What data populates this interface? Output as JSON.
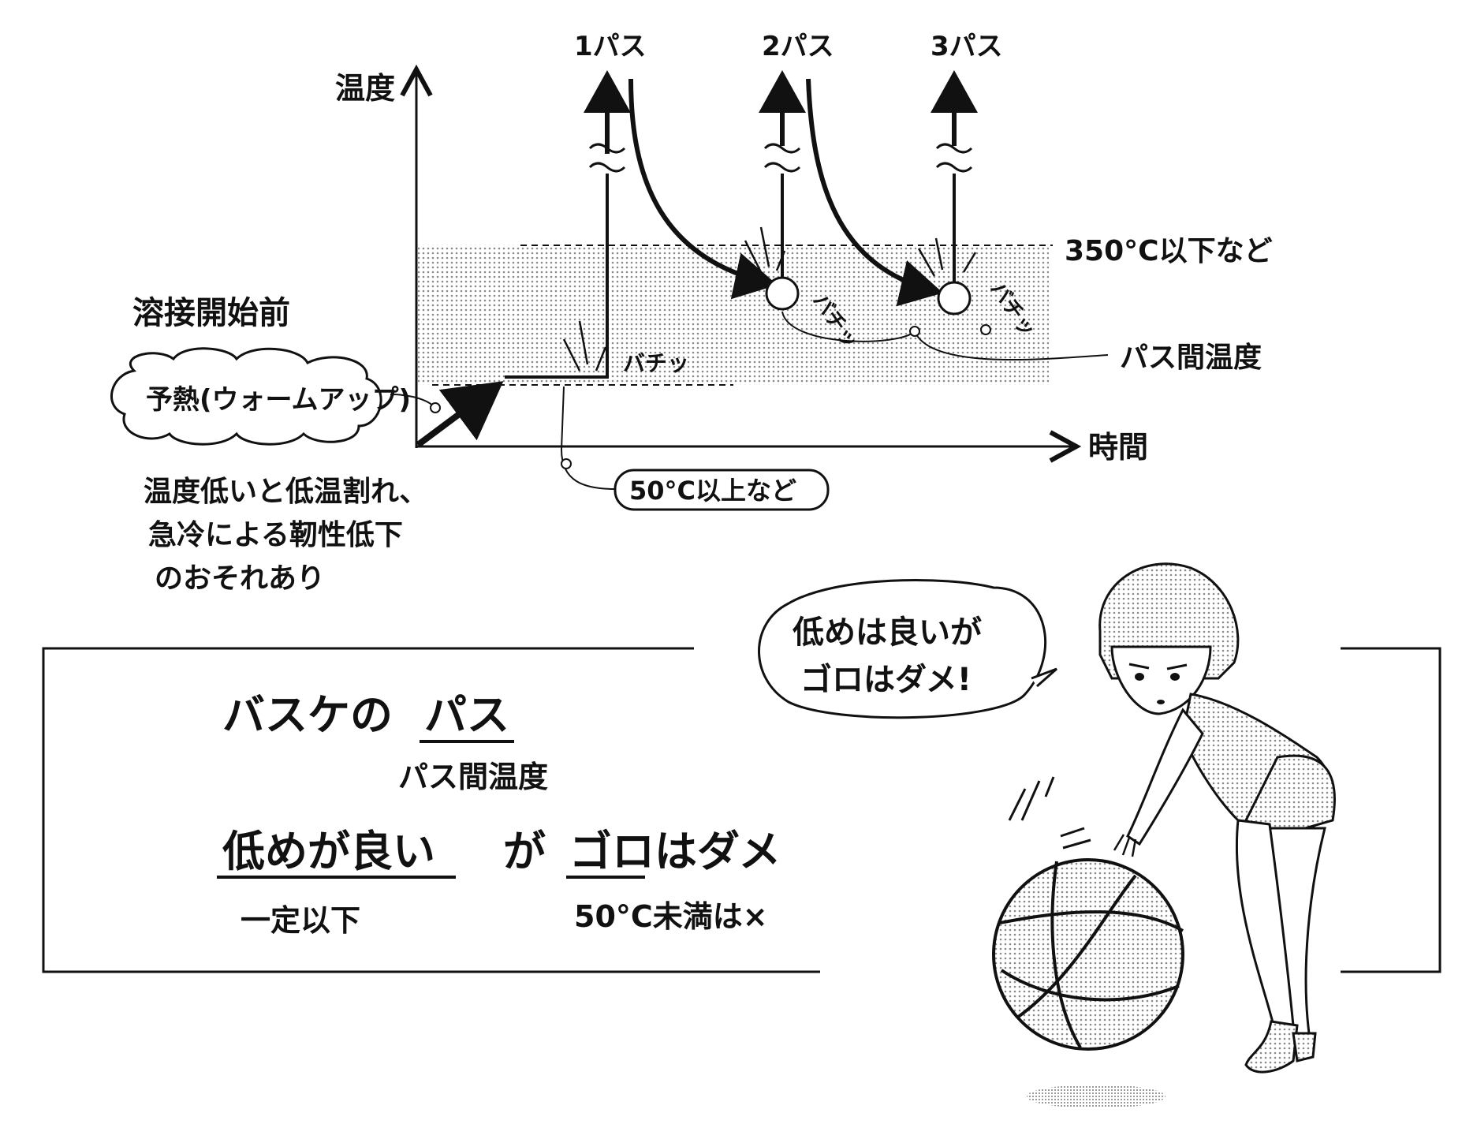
{
  "axes": {
    "y_label": "温度",
    "x_label": "時間"
  },
  "passes": [
    {
      "label": "1パス"
    },
    {
      "label": "2パス"
    },
    {
      "label": "3パス"
    }
  ],
  "sfx": {
    "spark": "バチッ"
  },
  "annotations": {
    "upper_limit": "350°C以下など",
    "interpass": "パス間温度",
    "before_welding": "溶接開始前",
    "preheat": "予熱(ウォームアップ)",
    "lower_limit": "50°C以上など",
    "warning_lines": [
      "温度低いと低温割れ、",
      "急冷による靭性低下",
      "のおそれあり"
    ]
  },
  "mnemonic": {
    "line1_prefix": "バスケの",
    "line1_emph": "パス",
    "line1_sub": "パス間温度",
    "line2_a": "低めが良い",
    "line2_mid": "が",
    "line2_b": "ゴロはダメ",
    "line2_a_sub": "一定以下",
    "line2_b_sub": "50°C未満は×"
  },
  "speech_bubble": {
    "line1": "低めは良いが",
    "line2": "ゴロはダメ!"
  },
  "colors": {
    "ink": "#111111",
    "screen_tone": "#d9d9d9",
    "paper": "#ffffff"
  }
}
